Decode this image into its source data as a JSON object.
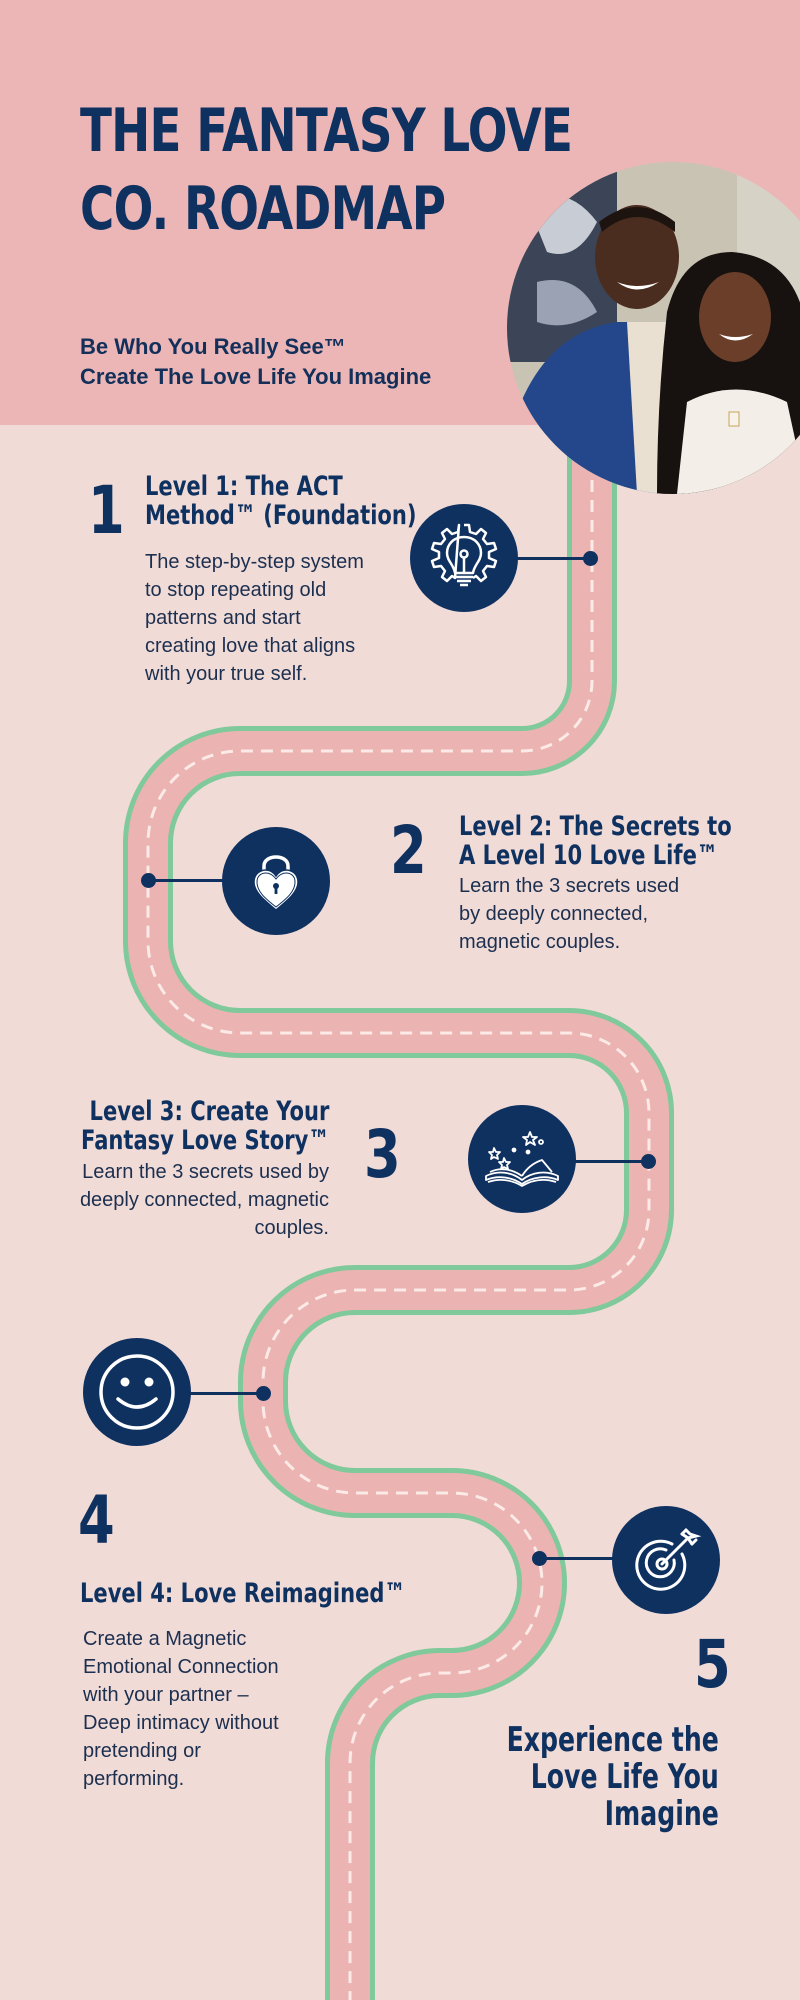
{
  "header": {
    "title_line1": "THE FANTASY LOVE",
    "title_line2": "CO. ROADMAP",
    "subtitle_line1": "Be Who You Really See™",
    "subtitle_line2": "Create The Love Life You Imagine",
    "photo_alt": "Smiling couple portrait"
  },
  "colors": {
    "navy": "#0f3160",
    "header_pink": "#ecb6b6",
    "background": "#f0dbd7",
    "road_pink": "#ebb3b1",
    "road_edge_green": "#7fc99a",
    "road_dash": "#fbeae6"
  },
  "levels": [
    {
      "number": "1",
      "heading_line1": "Level 1: The ACT",
      "heading_line2": "Method™ (Foundation)",
      "body": [
        "The step-by-step system",
        "to stop repeating old",
        "patterns and start",
        "creating love that aligns",
        "with your true self."
      ],
      "icon": "lightbulb-gear-icon"
    },
    {
      "number": "2",
      "heading_line1": "Level 2: The Secrets to",
      "heading_line2": "A Level 10 Love Life™",
      "body": [
        "Learn the 3 secrets used",
        "by deeply connected,",
        "magnetic couples."
      ],
      "icon": "heart-padlock-icon"
    },
    {
      "number": "3",
      "heading_line1": "Level 3: Create Your",
      "heading_line2": "Fantasy Love Story™",
      "body": [
        "Learn the 3 secrets used by",
        "deeply connected, magnetic",
        "couples."
      ],
      "icon": "open-book-stars-icon"
    },
    {
      "number": "4",
      "heading_line1": "Level 4: Love Reimagined™",
      "body": [
        "Create a Magnetic",
        "Emotional Connection",
        "with your partner –",
        "Deep intimacy without",
        "pretending or",
        "performing."
      ],
      "icon": "smiley-face-icon"
    },
    {
      "number": "5",
      "heading_lines": [
        "Experience the",
        "Love Life You",
        "Imagine"
      ],
      "icon": "target-arrow-icon"
    }
  ]
}
